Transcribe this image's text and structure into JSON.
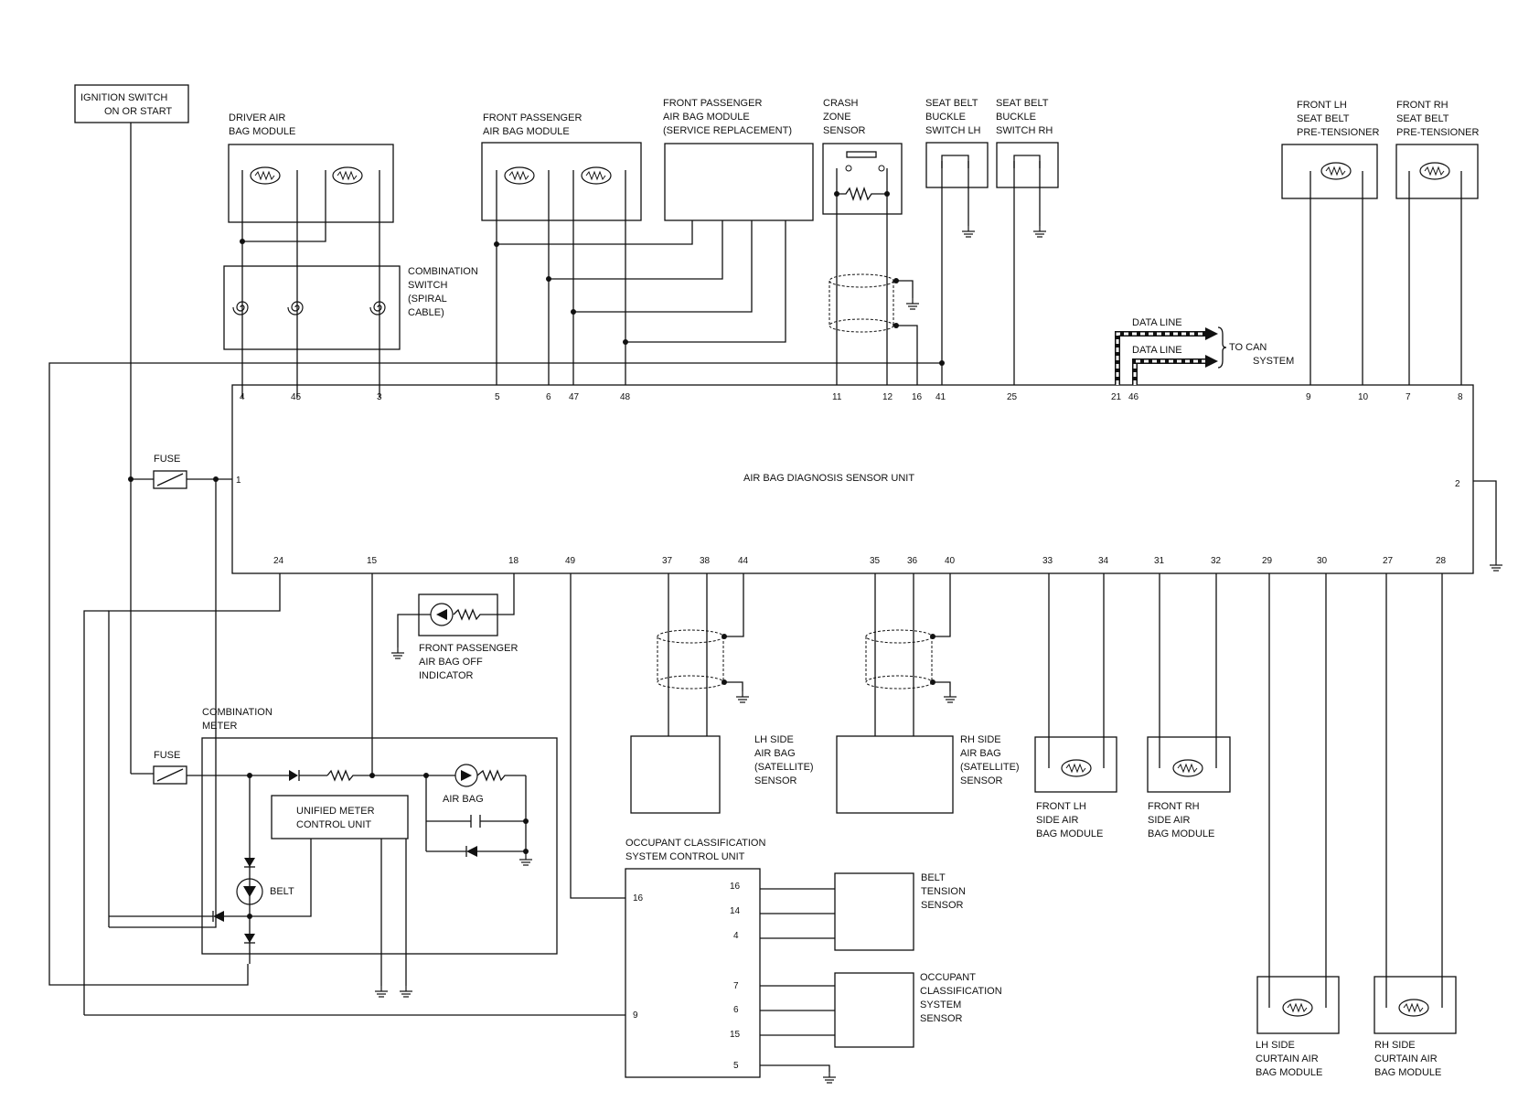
{
  "title": "",
  "labels": {
    "ignition_switch": [
      "IGNITION SWITCH",
      "ON OR START"
    ],
    "driver_air_bag": [
      "DRIVER AIR",
      "BAG MODULE"
    ],
    "front_passenger_air_bag": [
      "FRONT PASSENGER",
      "AIR BAG MODULE"
    ],
    "front_passenger_service": [
      "FRONT PASSENGER",
      "AIR BAG MODULE",
      "(SERVICE REPLACEMENT)"
    ],
    "crash_zone_sensor": [
      "CRASH",
      "ZONE",
      "SENSOR"
    ],
    "seat_belt_lh": [
      "SEAT BELT",
      "BUCKLE",
      "SWITCH LH"
    ],
    "seat_belt_rh": [
      "SEAT BELT",
      "BUCKLE",
      "SWITCH RH"
    ],
    "front_lh_pretensioner": [
      "FRONT LH",
      "SEAT BELT",
      "PRE-TENSIONER"
    ],
    "front_rh_pretensioner": [
      "FRONT RH",
      "SEAT BELT",
      "PRE-TENSIONER"
    ],
    "combination_switch": [
      "COMBINATION",
      "SWITCH",
      "(SPIRAL",
      "CABLE)"
    ],
    "data_line_1": "DATA LINE",
    "data_line_2": "DATA LINE",
    "to_can": [
      "TO CAN",
      "SYSTEM"
    ],
    "fuse_top": "FUSE",
    "fuse_bottom": "FUSE",
    "air_bag_unit": "AIR BAG DIAGNOSIS SENSOR UNIT",
    "passenger_off_indicator": [
      "FRONT PASSENGER",
      "AIR BAG OFF",
      "INDICATOR"
    ],
    "combination_meter": [
      "COMBINATION",
      "METER"
    ],
    "unified_meter": [
      "UNIFIED METER",
      "CONTROL UNIT"
    ],
    "air_bag_lamp": "AIR BAG",
    "belt_lamp": "BELT",
    "lh_side_sensor": [
      "LH SIDE",
      "AIR BAG",
      "(SATELLITE)",
      "SENSOR"
    ],
    "rh_side_sensor": [
      "RH SIDE",
      "AIR BAG",
      "(SATELLITE)",
      "SENSOR"
    ],
    "front_lh_side_module": [
      "FRONT LH",
      "SIDE AIR",
      "BAG MODULE"
    ],
    "front_rh_side_module": [
      "FRONT RH",
      "SIDE AIR",
      "BAG MODULE"
    ],
    "occupant_control_unit": [
      "OCCUPANT CLASSIFICATION",
      "SYSTEM CONTROL UNIT"
    ],
    "belt_tension_sensor": [
      "BELT",
      "TENSION",
      "SENSOR"
    ],
    "occupant_sensor": [
      "OCCUPANT",
      "CLASSIFICATION",
      "SYSTEM",
      "SENSOR"
    ],
    "lh_curtain": [
      "LH SIDE",
      "CURTAIN AIR",
      "BAG MODULE"
    ],
    "rh_curtain": [
      "RH SIDE",
      "CURTAIN AIR",
      "BAG MODULE"
    ]
  },
  "pins": {
    "top": [
      "4",
      "45",
      "3",
      "5",
      "6",
      "47",
      "48",
      "11",
      "12",
      "16",
      "41",
      "25",
      "21",
      "46",
      "9",
      "10",
      "7",
      "8"
    ],
    "left": "1",
    "right": "2",
    "bottom": [
      "24",
      "15",
      "18",
      "49",
      "37",
      "38",
      "44",
      "35",
      "36",
      "40",
      "33",
      "34",
      "31",
      "32",
      "29",
      "30",
      "27",
      "28"
    ],
    "occupant_left": [
      "16",
      "9"
    ],
    "occupant_right": [
      "16",
      "14",
      "4",
      "7",
      "6",
      "15",
      "5"
    ]
  }
}
